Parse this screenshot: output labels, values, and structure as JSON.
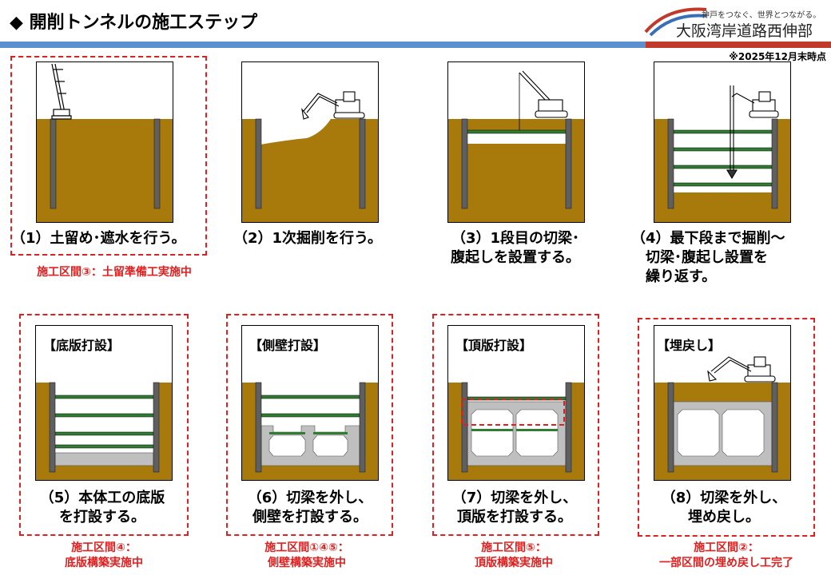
{
  "header": {
    "title": "◆ 開削トンネルの施工ステップ",
    "logo_tagline": "神戸をつなぐ、世界とつながる。",
    "logo_name": "大阪湾岸道路西伸部",
    "as_of": "※2025年12月末時点"
  },
  "colors": {
    "accent_blue": "#5a8fd0",
    "accent_red": "#c0392b",
    "dashed_frame": "#e02020",
    "soil": "#a8790b",
    "strut": "#2e7d32",
    "wall": "#5f5f5f",
    "concrete": "#bfbfbf"
  },
  "steps": [
    {
      "caption": "（1）土留め･遮水を行う。",
      "status": "施工区間③：土留準備工実施中"
    },
    {
      "caption": "（2）1次掘削を行う。"
    },
    {
      "caption": "（3）1段目の切梁･\n腹起しを設置する。"
    },
    {
      "caption": "（4）最下段まで掘削～\n　切梁･腹起し設置を\n　繰り返す。"
    },
    {
      "label": "【底版打設】",
      "caption": "（5）本体工の底版\nを打設する。",
      "status": "施工区間④：\n底版構築実施中"
    },
    {
      "label": "【側壁打設】",
      "caption": "（6）切梁を外し、\n側壁を打設する。",
      "status": "施工区間①④⑤：\n側壁構築実施中"
    },
    {
      "label": "【頂版打設】",
      "caption": "（7）切梁を外し、\n頂版を打設する。",
      "status": "施工区間⑤：\n頂版構築実施中"
    },
    {
      "label": "【埋戻し】",
      "caption": "（8）切梁を外し、\n埋め戻し。",
      "status": "施工区間②：\n一部区間の埋め戻し工完了"
    }
  ]
}
